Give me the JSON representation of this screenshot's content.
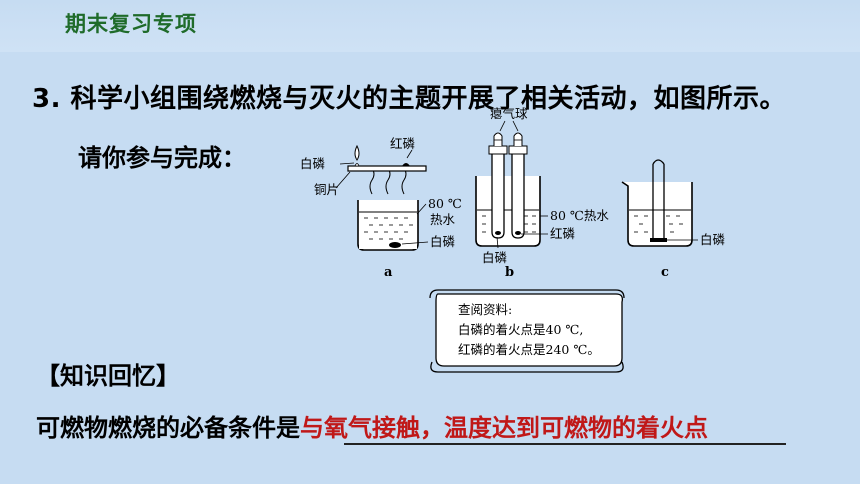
{
  "header": {
    "title": "期末复习专项"
  },
  "question": {
    "text": "3. 科学小组围绕燃烧与灭火的主题开展了相关活动，如图所示。"
  },
  "prompt": {
    "text": "请你参与完成："
  },
  "figure": {
    "a": {
      "letter": "a",
      "labels": {
        "white_p_top": "白磷",
        "red_p": "红磷",
        "copper": "铜片",
        "temp": "80 ℃",
        "water": "热水",
        "white_p_bottom": "白磷"
      }
    },
    "b": {
      "letter": "b",
      "labels": {
        "balloon": "瘪气球",
        "hot_water": "80 ℃热水",
        "red_p": "红磷",
        "white_p": "白磷"
      }
    },
    "c": {
      "letter": "c",
      "labels": {
        "white_p": "白磷"
      }
    },
    "note": {
      "title": "查阅资料:",
      "line1": "白磷的着火点是40 ℃,",
      "line2": "红磷的着火点是240 ℃。"
    }
  },
  "section": {
    "title": "【知识回忆】"
  },
  "fill": {
    "stem": "可燃物燃烧的必备条件是",
    "answer": "与氧气接触，温度达到可燃物的着火点"
  },
  "colors": {
    "background": "#c6dcf2",
    "header_text": "#1f6b2a",
    "answer": "#c01818"
  }
}
